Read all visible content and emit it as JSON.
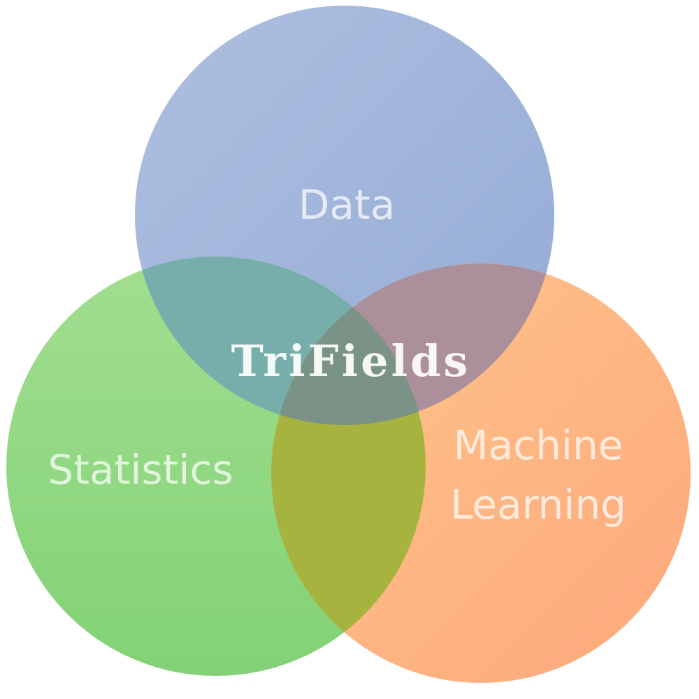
{
  "title": "TriFields",
  "sets": [
    {
      "id": "data",
      "label_lines": [
        "Data"
      ],
      "color": "#9aaed8"
    },
    {
      "id": "statistics",
      "label_lines": [
        "Statistics"
      ],
      "color": "#8bd47a"
    },
    {
      "id": "machine-learning",
      "label_lines": [
        "Machine",
        "Learning"
      ],
      "color": "#fdb07f"
    }
  ],
  "overlap_colors": {
    "data-statistics": "#77aeac",
    "data-machine-learning": "#ab8f9a",
    "statistics-machine-learning": "#a6b43f",
    "all": "#7a9386"
  }
}
